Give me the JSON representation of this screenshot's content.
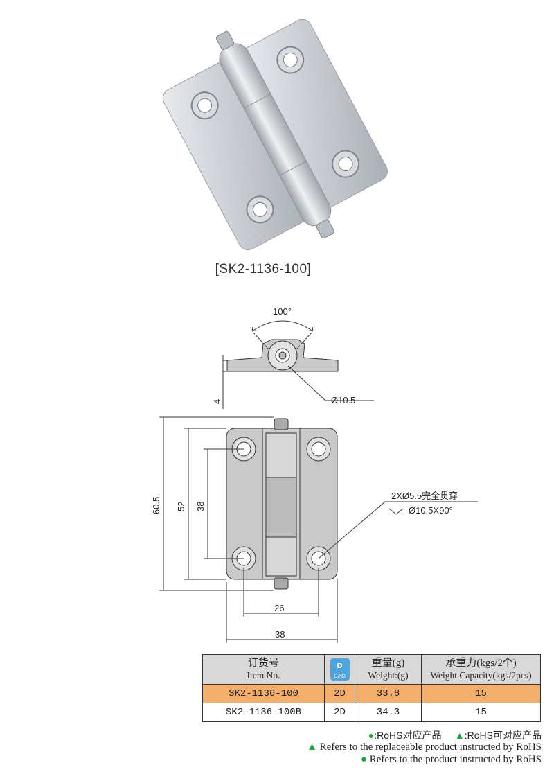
{
  "product": {
    "caption": "[SK2-1136-100]"
  },
  "drawing": {
    "angle": "100°",
    "thickness": "4",
    "pin_diameter": "Ø10.5",
    "overall_height": "60.5",
    "leaf_height": "52",
    "hole_pitch_vertical": "38",
    "hole_pitch_horizontal": "26",
    "overall_width": "38",
    "hole_note_1": "2XØ5.5完全贯穿",
    "hole_note_2": "Ø10.5X90°"
  },
  "table": {
    "headers": {
      "item_cn": "订货号",
      "item_en": "Item No.",
      "cad_top": "D",
      "cad_bottom": "CAD",
      "weight_cn": "重量(g)",
      "weight_en": "Weight:(g)",
      "capacity_cn": "承重力(kgs/2个)",
      "capacity_en": "Weight Capacity(kgs/2pcs)"
    },
    "rows": [
      {
        "item": "SK2-1136-100",
        "cad": "2D",
        "weight": "33.8",
        "capacity": "15"
      },
      {
        "item": "SK2-1136-100B",
        "cad": "2D",
        "weight": "34.3",
        "capacity": "15"
      }
    ]
  },
  "legend": {
    "circle_symbol": "●",
    "triangle_symbol": "▲",
    "cn_circle": ":RoHS对应产品",
    "cn_triangle": ":RoHS可对应产品",
    "en_triangle": "Refers to the replaceable product instructed by RoHS",
    "en_circle": "Refers to the product instructed by RoHS"
  },
  "colors": {
    "highlight_row": "#f4ae6c",
    "header_bg": "#d9d9d9",
    "rohs_green": "#1fa33a",
    "cad_blue": "#4fa4dc"
  }
}
